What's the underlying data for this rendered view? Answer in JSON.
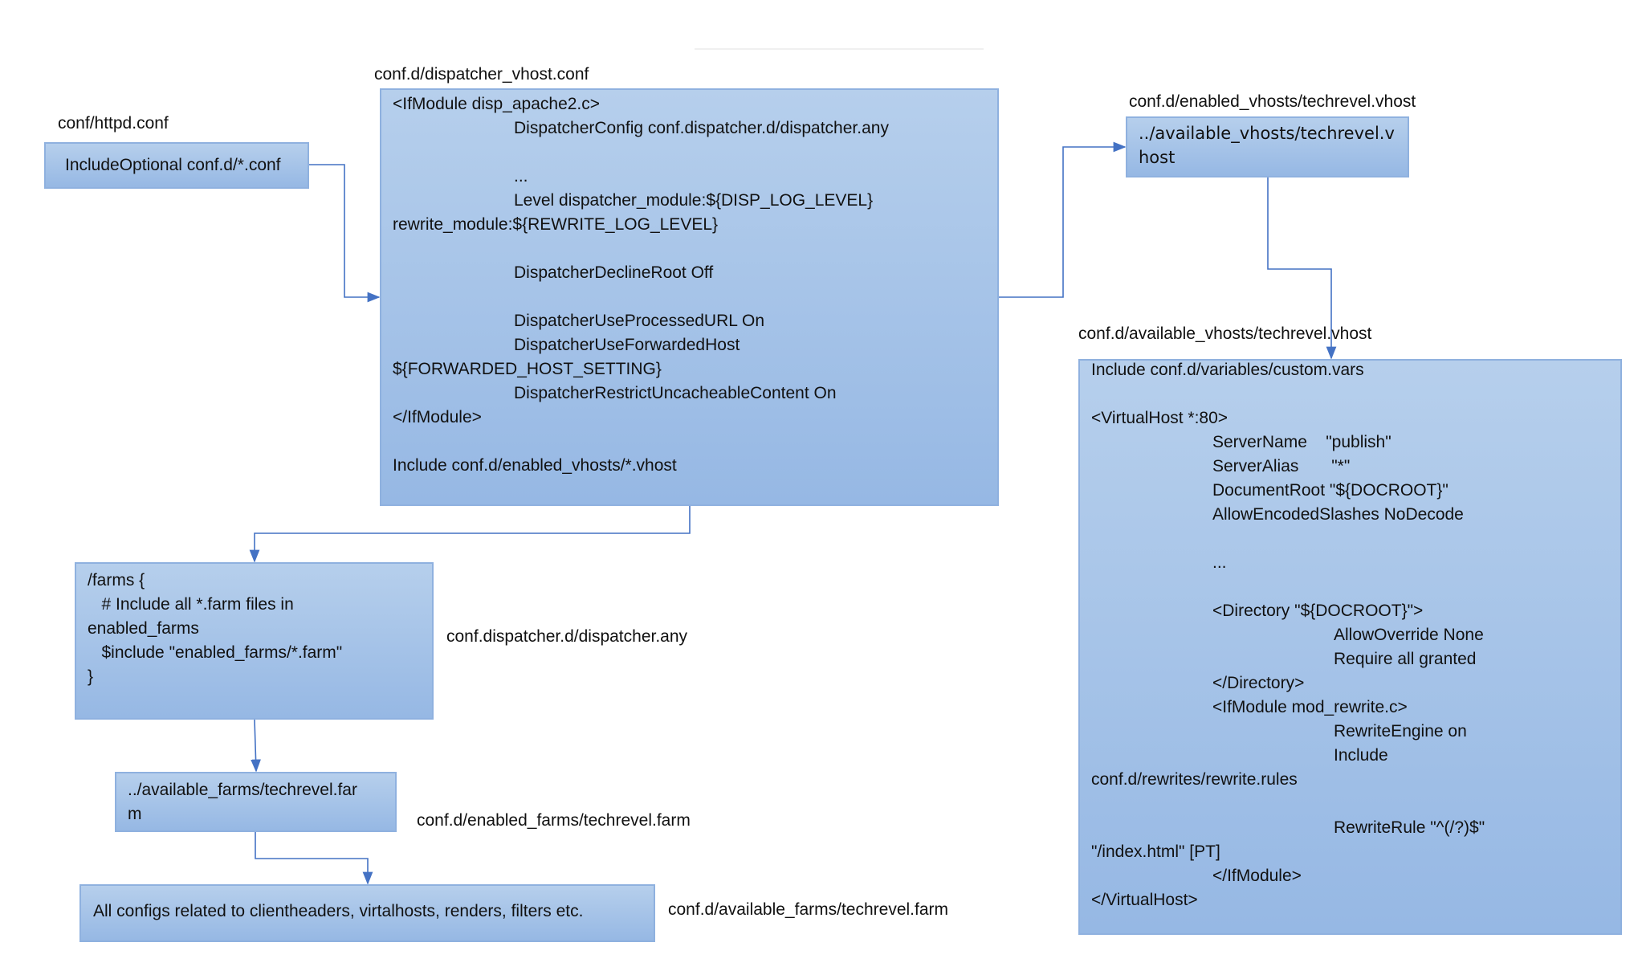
{
  "colors": {
    "connector": "#4472c4",
    "box_top": "#b6cfec",
    "box_bottom": "#96b8e4",
    "box_border": "#8fb1df"
  },
  "httpd": {
    "label": "conf/httpd.conf",
    "text": "IncludeOptional conf.d/*.conf"
  },
  "dispatcher_vhost": {
    "label": "conf.d/dispatcher_vhost.conf",
    "lines": [
      {
        "t": "<IfModule disp_apache2.c>",
        "i": 0
      },
      {
        "t": "DispatcherConfig conf.dispatcher.d/dispatcher.any",
        "i": 1
      },
      {
        "t": "",
        "i": 0
      },
      {
        "t": "...",
        "i": 1
      },
      {
        "t": "Level dispatcher_module:${DISP_LOG_LEVEL}",
        "i": 1
      },
      {
        "t": "rewrite_module:${REWRITE_LOG_LEVEL}",
        "i": 0
      },
      {
        "t": "",
        "i": 0
      },
      {
        "t": "DispatcherDeclineRoot Off",
        "i": 1
      },
      {
        "t": "",
        "i": 0
      },
      {
        "t": "DispatcherUseProcessedURL On",
        "i": 1
      },
      {
        "t": "DispatcherUseForwardedHost",
        "i": 1
      },
      {
        "t": "${FORWARDED_HOST_SETTING}",
        "i": 0
      },
      {
        "t": "DispatcherRestrictUncacheableContent On",
        "i": 1
      },
      {
        "t": "</IfModule>",
        "i": 0
      },
      {
        "t": "",
        "i": 0
      },
      {
        "t": "Include conf.d/enabled_vhosts/*.vhost",
        "i": 0
      }
    ]
  },
  "enabled_vhost": {
    "label": "conf.d/enabled_vhosts/techrevel.vhost",
    "lines": [
      "../available_vhosts/techrevel.v",
      "host"
    ]
  },
  "available_vhost": {
    "label": "conf.d/available_vhosts/techrevel.vhost",
    "lines": [
      {
        "t": "Include conf.d/variables/custom.vars",
        "i": 0
      },
      {
        "t": "",
        "i": 0
      },
      {
        "t": "<VirtualHost *:80>",
        "i": 0
      },
      {
        "t": "ServerName    \"publish\"",
        "i": 1
      },
      {
        "t": "ServerAlias       \"*\"",
        "i": 1
      },
      {
        "t": "DocumentRoot \"${DOCROOT}\"",
        "i": 1
      },
      {
        "t": "AllowEncodedSlashes NoDecode",
        "i": 1
      },
      {
        "t": "",
        "i": 0
      },
      {
        "t": "...",
        "i": 1
      },
      {
        "t": "",
        "i": 0
      },
      {
        "t": "<Directory \"${DOCROOT}\">",
        "i": 1
      },
      {
        "t": "AllowOverride None",
        "i": 2
      },
      {
        "t": "Require all granted",
        "i": 2
      },
      {
        "t": "</Directory>",
        "i": 1
      },
      {
        "t": "<IfModule mod_rewrite.c>",
        "i": 1
      },
      {
        "t": "RewriteEngine on",
        "i": 2
      },
      {
        "t": "Include",
        "i": 2
      },
      {
        "t": "conf.d/rewrites/rewrite.rules",
        "i": 0
      },
      {
        "t": "",
        "i": 0
      },
      {
        "t": "RewriteRule \"^(/?)$\"",
        "i": 2
      },
      {
        "t": "\"/index.html\" [PT]",
        "i": 0
      },
      {
        "t": "</IfModule>",
        "i": 1
      },
      {
        "t": "</VirtualHost>",
        "i": 0
      }
    ]
  },
  "dispatcher_any": {
    "label": "conf.dispatcher.d/dispatcher.any",
    "lines": [
      "/farms {",
      "   # Include all *.farm files in",
      "enabled_farms",
      "   $include \"enabled_farms/*.farm\"",
      "}"
    ]
  },
  "enabled_farm": {
    "label": "conf.d/enabled_farms/techrevel.farm",
    "lines": [
      "../available_farms/techrevel.far",
      "m"
    ]
  },
  "available_farm": {
    "label": "conf.d/available_farms/techrevel.farm",
    "text": "All configs related to clientheaders, virtalhosts, renders, filters etc."
  }
}
